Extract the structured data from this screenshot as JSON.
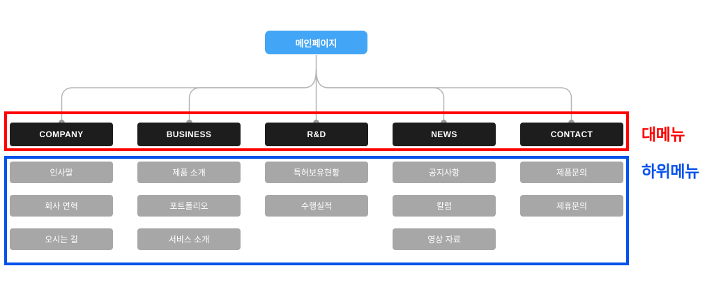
{
  "diagram": {
    "root": {
      "label": "메인페이지"
    },
    "annotations": {
      "main_menu_label": "대메뉴",
      "sub_menu_label": "하위메뉴"
    },
    "columns": [
      {
        "menu": "COMPANY",
        "items": [
          "인사말",
          "회사 연혁",
          "오시는 길"
        ]
      },
      {
        "menu": "BUSINESS",
        "items": [
          "제품 소개",
          "포트폴리오",
          "서비스 소개"
        ]
      },
      {
        "menu": "R&D",
        "items": [
          "특허보유현황",
          "수행실적"
        ]
      },
      {
        "menu": "NEWS",
        "items": [
          "공지사항",
          "칼럼",
          "영상 자료"
        ]
      },
      {
        "menu": "CONTACT",
        "items": [
          "제품문의",
          "제휴문의"
        ]
      }
    ],
    "colors": {
      "root_bg": "#42a5f5",
      "menu_bg": "#1d1d1d",
      "submenu_bg": "#a7a7a7",
      "main_menu_frame": "#fe0000",
      "sub_menu_frame": "#0551eb",
      "connector_line": "#b5b5b5",
      "connector_dot": "#9e9e9e"
    }
  }
}
